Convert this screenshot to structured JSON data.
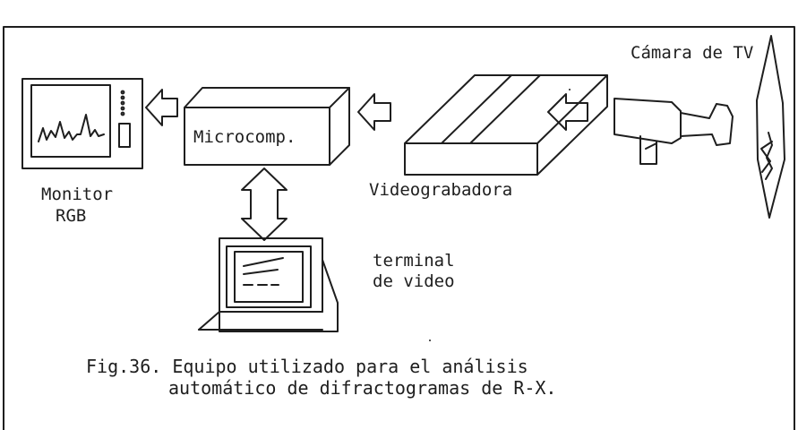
{
  "labels": {
    "tv_camera": "Cámara de TV",
    "microcomputer": "Microcomp.",
    "monitor_line1": "Monitor",
    "monitor_line2": "RGB",
    "vcr": "Videograbadora",
    "terminal_line1": "terminal",
    "terminal_line2": "de video"
  },
  "caption": {
    "line1": "Fig.36. Equipo utilizado para el análisis",
    "line2": "automático de difractogramas de R-X."
  },
  "colors": {
    "ink": "#1e1e1e",
    "background": "#ffffff"
  }
}
